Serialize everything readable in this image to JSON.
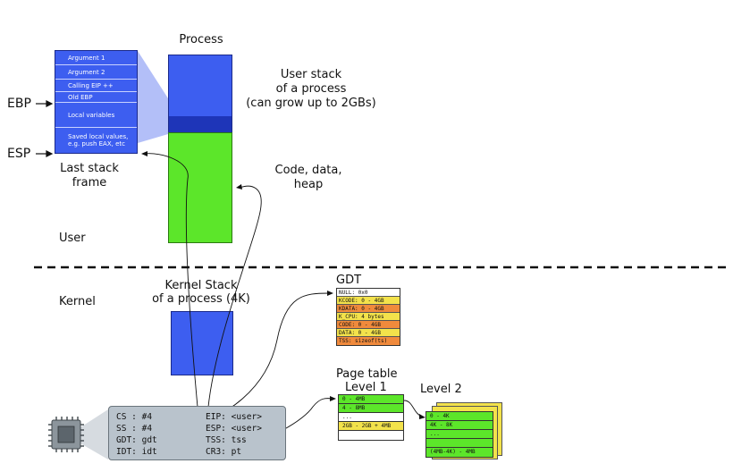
{
  "labels": {
    "process": "Process",
    "user_stack_line1": "User stack",
    "user_stack_line2": "of a process",
    "user_stack_line3": "(can grow up to 2GBs)",
    "code_line1": "Code, data,",
    "code_line2": "heap",
    "ebp": "EBP",
    "esp": "ESP",
    "last_frame_line1": "Last stack",
    "last_frame_line2": "frame",
    "user": "User",
    "kernel": "Kernel",
    "kstack_line1": "Kernel Stack",
    "kstack_line2": "of a process (4K)",
    "gdt_title": "GDT",
    "page_table_line1": "Page table",
    "page_table_line2": "Level 1",
    "level2": "Level 2"
  },
  "stack_frame": [
    "Argument 1",
    "Argument 2",
    "Calling EIP ++",
    "Old EBP",
    "Local variables",
    "Saved local values,",
    "e.g. push EAX, etc"
  ],
  "gdt": [
    {
      "text": "NULL: 0x0",
      "color": "#ffffff"
    },
    {
      "text": "KCODE: 0 - 4GB",
      "color": "#f3e24b"
    },
    {
      "text": "KDATA: 0 - 4GB",
      "color": "#f08a3c"
    },
    {
      "text": "K_CPU: 4 bytes",
      "color": "#f3e24b"
    },
    {
      "text": "CODE: 0 - 4GB",
      "color": "#f08a3c"
    },
    {
      "text": "DATA: 0 - 4GB",
      "color": "#f3e24b"
    },
    {
      "text": "TSS: sizeof(ts)",
      "color": "#f08a3c"
    }
  ],
  "page_table_l1": [
    {
      "text": "0 - 4MB",
      "color": "#5ce62a"
    },
    {
      "text": "4 - 8MB",
      "color": "#5ce62a"
    },
    {
      "text": "...",
      "color": "#ffffff"
    },
    {
      "text": "2GB - 2GB + 4MB",
      "color": "#f3e24b"
    },
    {
      "text": "",
      "color": "#ffffff"
    }
  ],
  "page_table_l2": [
    {
      "text": "0 - 4K"
    },
    {
      "text": "4K - 8K"
    },
    {
      "text": "..."
    },
    {
      "text": ""
    },
    {
      "text": "(4MB-4K) - 4MB"
    }
  ],
  "registers": {
    "cs": "CS : #4",
    "ss": "SS : #4",
    "gdt": "GDT: gdt",
    "idt": "IDT: idt",
    "eip": "EIP: <user>",
    "esp": "ESP: <user>",
    "tss": "TSS: tss",
    "cr3": "CR3: pt"
  },
  "colors": {
    "stack_blue": "#3d5ef0",
    "frame_dark_blue": "#1e35b8",
    "code_green": "#5ce62a",
    "cpu_panel": "#b9c3cc",
    "yellow": "#f3e24b",
    "orange": "#f08a3c"
  }
}
